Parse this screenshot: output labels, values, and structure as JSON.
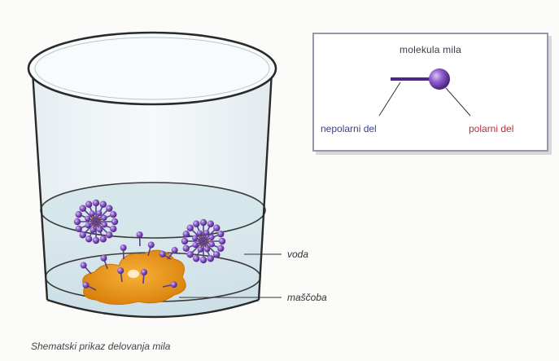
{
  "legend": {
    "title": "molekula mila",
    "nonpolar_label": "nepolarni del",
    "polar_label": "polarni del"
  },
  "labels": {
    "water": "voda",
    "fat": "maščoba"
  },
  "caption": "Shematski prikaz delovanja mila",
  "colors": {
    "soap_head": "#7a4bb5",
    "soap_tail": "#5a3d8f",
    "fat": "#e8920e",
    "water": "#cfe3ea",
    "nonpolar_text": "#3c3f8a",
    "polar_text": "#b0323a"
  }
}
